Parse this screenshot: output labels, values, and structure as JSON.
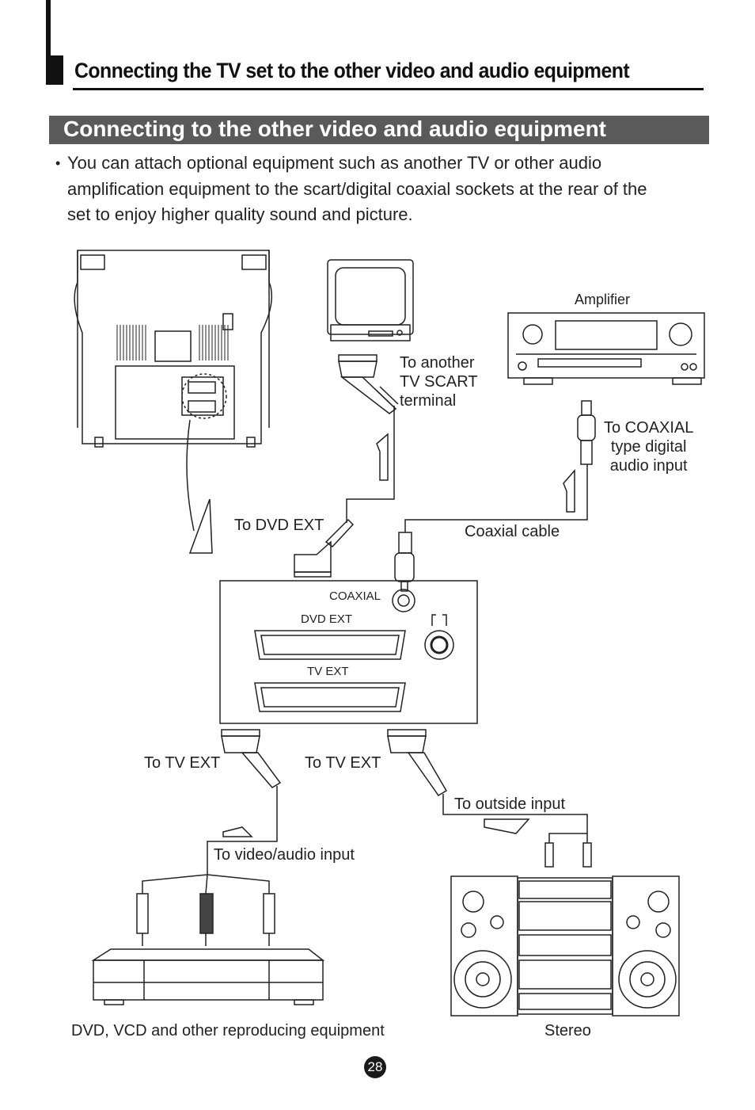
{
  "header": {
    "title": "Connecting the TV set to the other video and audio equipment"
  },
  "section": {
    "title": "Connecting to the other video and audio equipment"
  },
  "intro": {
    "bullet": "•",
    "text": "You can attach optional equipment such as another TV or other audio amplification equipment to the scart/digital coaxial sockets at the rear of the set to enjoy higher quality sound and picture."
  },
  "labels": {
    "amplifier": "Amplifier",
    "to_another_tv": "To another\nTV SCART\nterminal",
    "to_coaxial": "To COAXIAL\ntype digital\naudio input",
    "to_dvd_ext": "To DVD EXT",
    "coaxial_cable": "Coaxial cable",
    "panel_coaxial": "COAXIAL",
    "panel_dvd_ext": "DVD EXT",
    "panel_tv_ext": "TV EXT",
    "to_tv_ext_left": "To TV EXT",
    "to_tv_ext_right": "To TV EXT",
    "to_outside_input": "To outside input",
    "to_video_audio": "To video/audio input",
    "dvd_caption": "DVD, VCD and other reproducing equipment",
    "stereo_caption": "Stereo"
  },
  "page_number": "28",
  "colors": {
    "band": "#5a5a5a",
    "ink": "#111111"
  }
}
